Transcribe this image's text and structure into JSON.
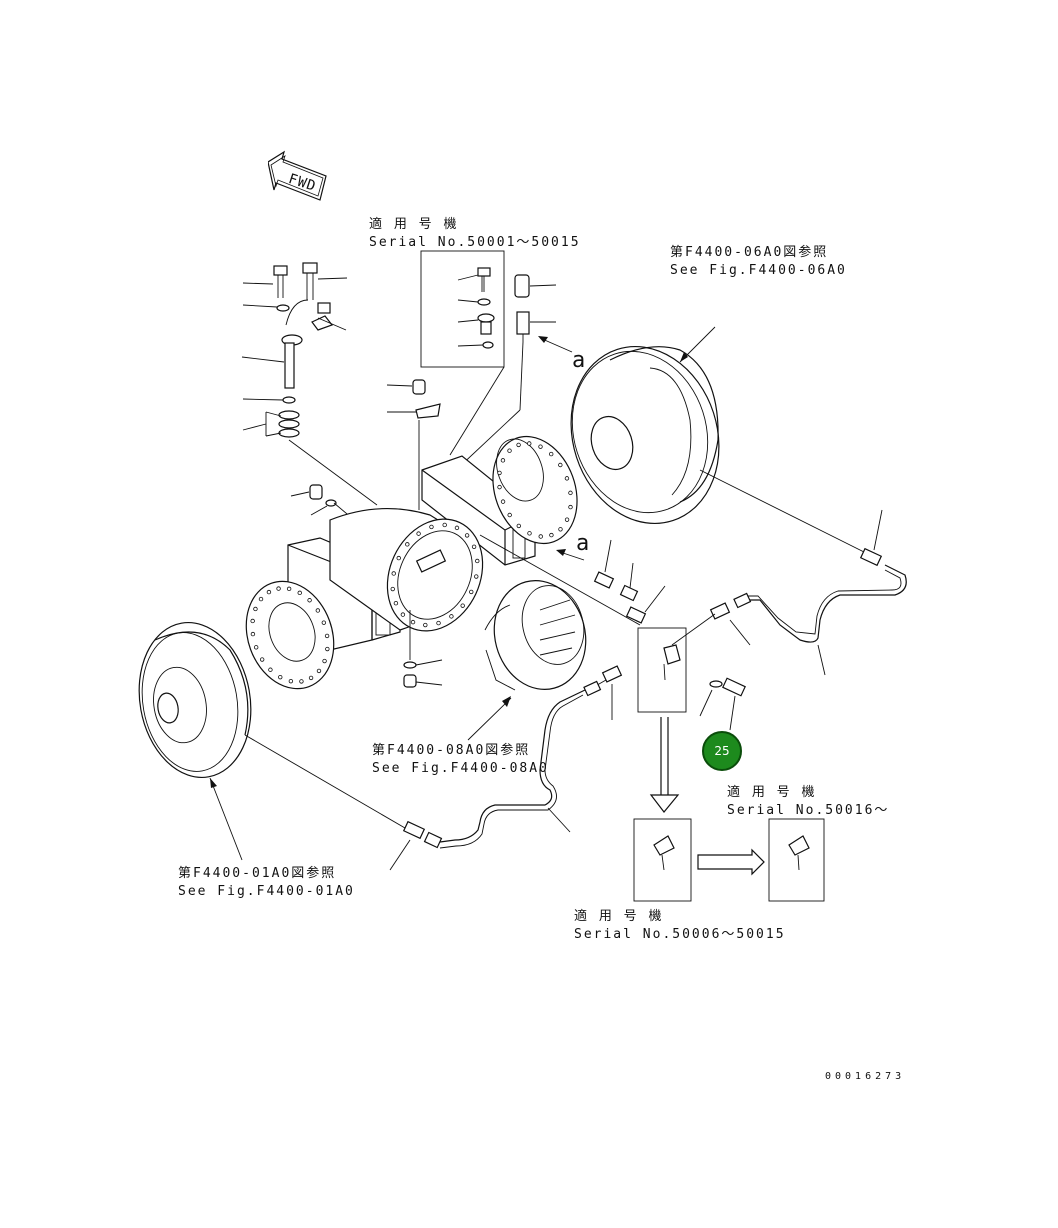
{
  "forward_indicator": {
    "label": "FWD"
  },
  "view_mark_a": "a",
  "serial_boxes": [
    {
      "jp": "適 用 号 機",
      "en": "Serial No.50001～50015"
    },
    {
      "jp": "適 用 号 機",
      "en": "Serial No.50016～"
    },
    {
      "jp": "適 用 号 機",
      "en": "Serial No.50006～50015"
    }
  ],
  "references": [
    {
      "jp": "第F4400-06A0図参照",
      "en": "See Fig.F4400-06A0"
    },
    {
      "jp": "第F4400-08A0図参照",
      "en": "See Fig.F4400-08A0"
    },
    {
      "jp": "第F4400-01A0図参照",
      "en": "See Fig.F4400-01A0"
    }
  ],
  "callout": {
    "number": "25",
    "color": "#1d8a1d"
  },
  "drawing_number": "00016273"
}
